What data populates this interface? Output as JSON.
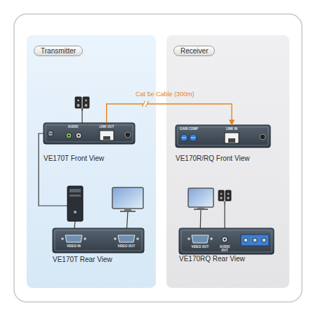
{
  "diagram": {
    "nodes": [
      {
        "text": [
          "Transmitter"
        ]
      },
      {
        "text": [
          "Receiver"
        ]
      },
      {
        "text": [
          "AUDIO",
          "LINK OUT",
          "VE170T Front View"
        ],
        "in": 0
      },
      {
        "text": [
          "GAIN COMP",
          "LINK IN",
          "VE170R/RQ Front View"
        ],
        "in": 1
      },
      {
        "text": [
          "VIDEO IN",
          "VIDEO OUT",
          "VE170T Rear View"
        ],
        "in": 0
      },
      {
        "text": [
          "VIDEO OUT",
          "AUDIO OUT",
          "VE170RQ Rear View"
        ],
        "in": 1
      }
    ],
    "edges": [
      {
        "from": 2,
        "to": 3,
        "arrow": "to",
        "label": "Cat 5e Cable (300m)"
      }
    ]
  }
}
